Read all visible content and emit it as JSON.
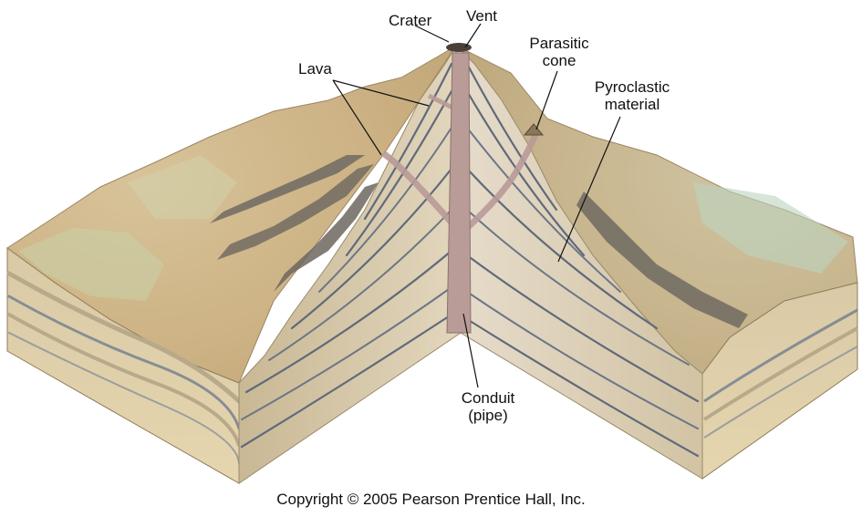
{
  "labels": {
    "crater": "Crater",
    "vent": "Vent",
    "lava": "Lava",
    "parasitic_cone_line1": "Parasitic",
    "parasitic_cone_line2": "cone",
    "pyroclastic_line1": "Pyroclastic",
    "pyroclastic_line2": "material",
    "conduit_line1": "Conduit",
    "conduit_line2": "(pipe)"
  },
  "copyright": "Copyright © 2005 Pearson Prentice Hall, Inc."
}
